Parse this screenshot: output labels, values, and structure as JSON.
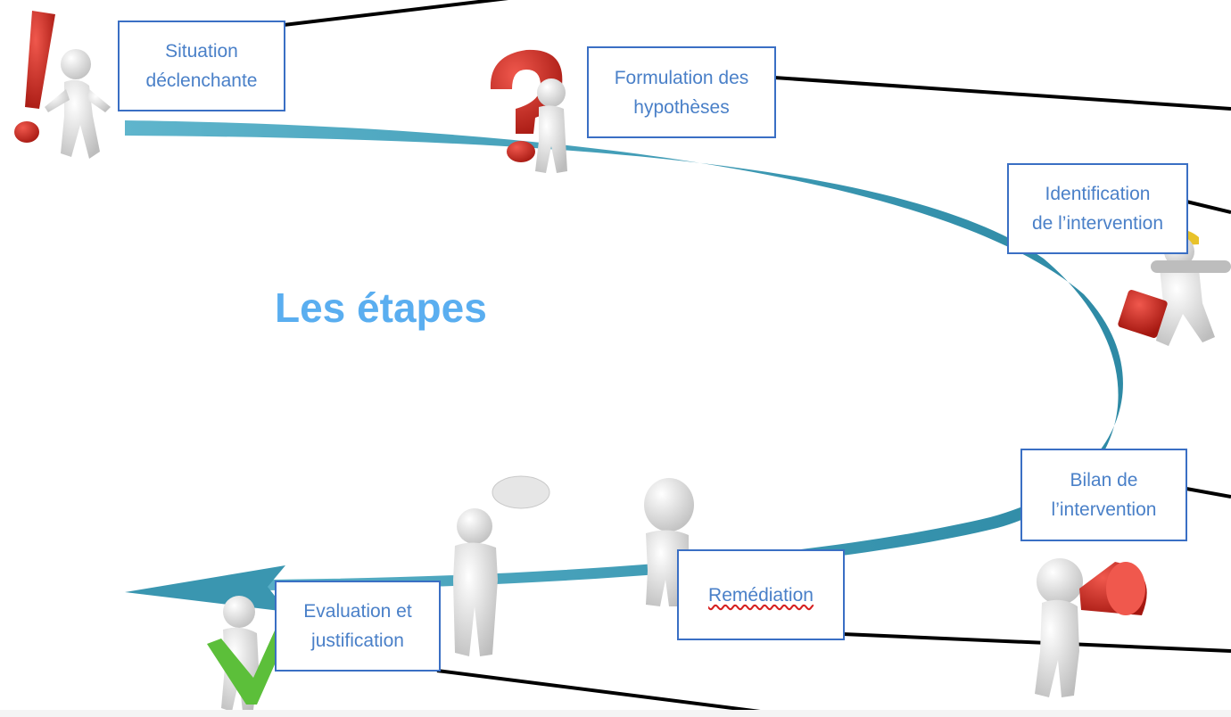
{
  "title": "Les étapes",
  "steps": [
    {
      "line1": "Situation",
      "line2": "déclenchante"
    },
    {
      "line1": "Formulation des",
      "line2": "hypothèses"
    },
    {
      "line1": "Identification",
      "line2": "de l’intervention"
    },
    {
      "line1": "Bilan de",
      "line2": "l’intervention"
    },
    {
      "line1": "Remédiation",
      "line2": ""
    },
    {
      "line1": "Evaluation et",
      "line2": "justification"
    }
  ],
  "icons": [
    "exclamation-figure-icon",
    "question-figure-icon",
    "worker-figure-icon",
    "megaphone-figure-icon",
    "thinking-figure-icon",
    "speech-figure-icon",
    "checkmark-figure-icon"
  ],
  "colors": {
    "arrow": "#3f9fb8",
    "box_border": "#3a6fc4",
    "box_text": "#4a80c8",
    "title": "#5aaef0",
    "red": "#d42a22",
    "green": "#5cbf3a"
  }
}
